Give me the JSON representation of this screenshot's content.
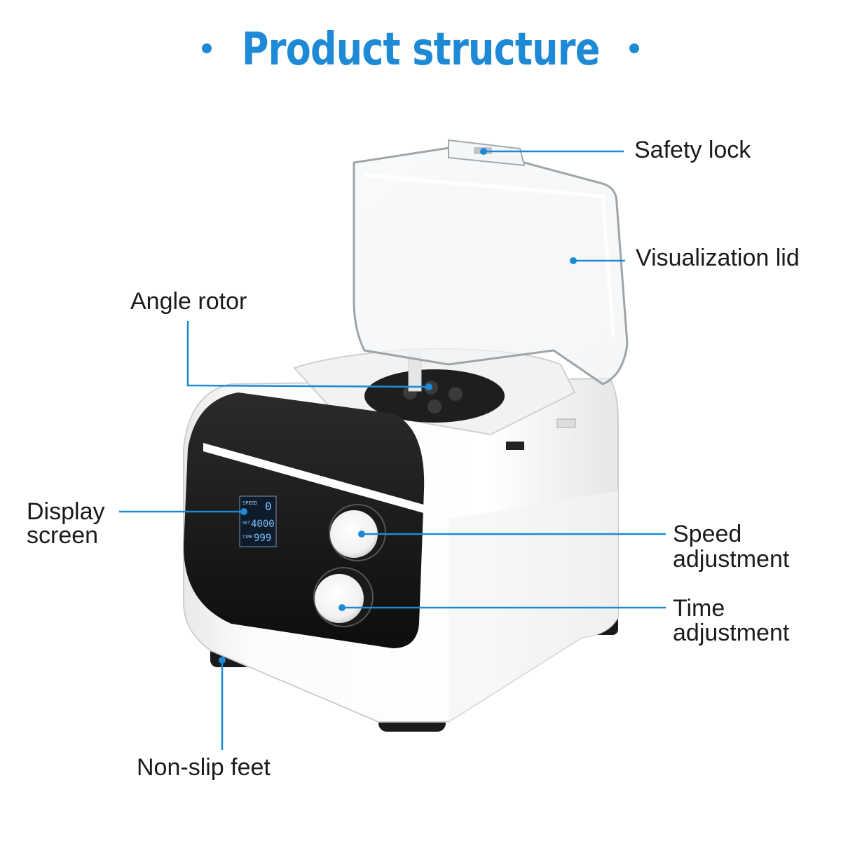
{
  "title": "Product structure",
  "accent_color": "#1e8ad6",
  "labels": {
    "safety_lock": "Safety lock",
    "visualization_lid": "Visualization lid",
    "angle_rotor": "Angle rotor",
    "display_screen_line1": "Display",
    "display_screen_line2": "screen",
    "speed_line1": "Speed",
    "speed_line2": "adjustment",
    "time_line1": "Time",
    "time_line2": "adjustment",
    "non_slip_feet": "Non-slip feet"
  },
  "lcd": {
    "speed_label": "SPEED",
    "speed_value": "0",
    "set_label": "SET",
    "set_value": "4000",
    "time_label": "TIME",
    "time_value": "999"
  }
}
